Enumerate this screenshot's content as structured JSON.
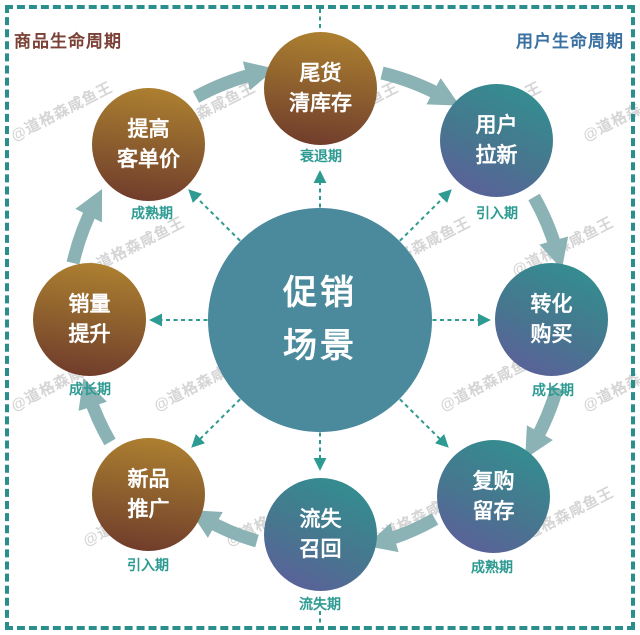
{
  "titles": {
    "product": "商品生命周期",
    "user": "用户生命周期"
  },
  "center": {
    "line1": "促销",
    "line2": "场景"
  },
  "nodes": [
    {
      "id": "top",
      "line1": "尾货",
      "line2": "清库存",
      "stage": "衰退期",
      "family": "product"
    },
    {
      "id": "top-right",
      "line1": "用户",
      "line2": "拉新",
      "stage": "引入期",
      "family": "user"
    },
    {
      "id": "right",
      "line1": "转化",
      "line2": "购买",
      "stage": "成长期",
      "family": "user"
    },
    {
      "id": "bottom-right",
      "line1": "复购",
      "line2": "留存",
      "stage": "成熟期",
      "family": "user"
    },
    {
      "id": "bottom",
      "line1": "流失",
      "line2": "召回",
      "stage": "流失期",
      "family": "user"
    },
    {
      "id": "bottom-left",
      "line1": "新品",
      "line2": "推广",
      "stage": "引入期",
      "family": "product"
    },
    {
      "id": "left",
      "line1": "销量",
      "line2": "提升",
      "stage": "成长期",
      "family": "product"
    },
    {
      "id": "top-left",
      "line1": "提高",
      "line2": "客单价",
      "stage": "成熟期",
      "family": "product"
    }
  ],
  "watermark": {
    "text": "@道格森咸鱼王"
  },
  "colors": {
    "frame_border": "#2A8F8C",
    "product_title": "#7B4036",
    "user_title": "#3A71A1",
    "stage_label": "#2E9B92",
    "center_circle": "#4A8A9C",
    "product_gradient_top": "#B08330",
    "product_gradient_bottom": "#6E392B",
    "user_gradient_top": "#2F9390",
    "user_gradient_bottom": "#5F5B9C",
    "flow_arrow": "#8BB3B5",
    "dashed_connector": "#2E9B92",
    "circle_text": "#FFFFFF"
  }
}
